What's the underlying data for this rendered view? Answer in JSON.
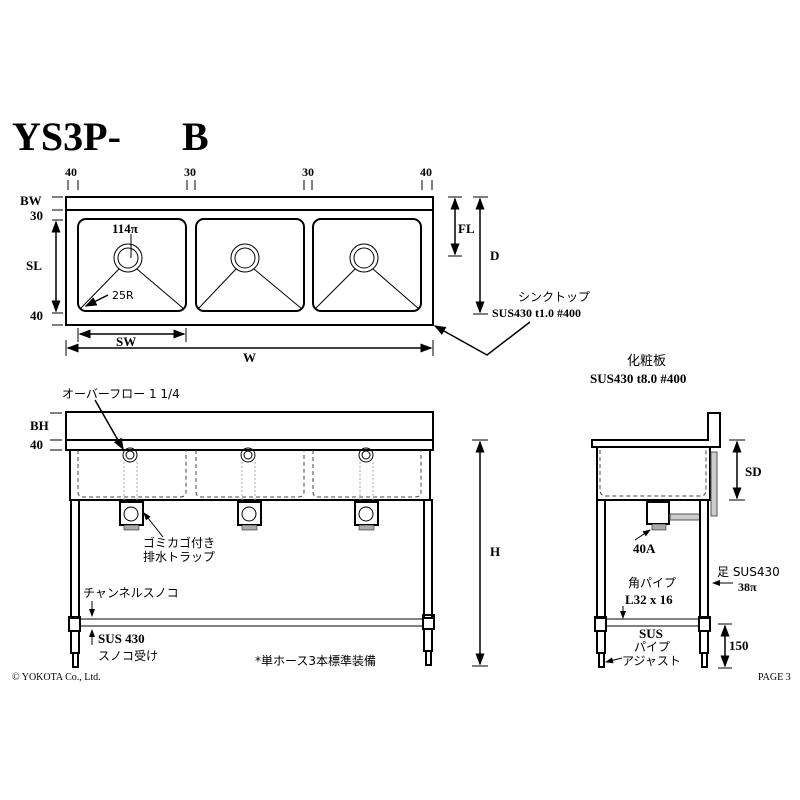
{
  "title": {
    "model": "YS3P-",
    "suffix": "B"
  },
  "top_view": {
    "dims_top": [
      "40",
      "30",
      "30",
      "40"
    ],
    "dims_left": {
      "bw": "BW",
      "t30": "30",
      "sl": "SL",
      "b40": "40"
    },
    "drain_dia": "114π",
    "corner_radius": "25R",
    "sw": "SW",
    "w": "W",
    "fl": "FL",
    "d": "D",
    "sink_top_label": "シンクトップ",
    "sink_top_spec": "SUS430 t1.0 #400"
  },
  "front_view": {
    "overflow": "オーバーフロー 1 1/4",
    "bh": "BH",
    "h40": "40",
    "h": "H",
    "trap_line1": "ゴミカゴ付き",
    "trap_line2": "排水トラップ",
    "channel": "チャンネルスノコ",
    "sus430": "SUS 430",
    "sunoko_holder": "スノコ受け",
    "hose_note": "*単ホース3本標準装備"
  },
  "side_view": {
    "panel_label": "化粧板",
    "panel_spec": "SUS430 t8.0 #400",
    "sd": "SD",
    "drain": "40A",
    "leg_label": "足 SUS430",
    "leg_dia": "38π",
    "pipe_label": "角パイプ",
    "pipe_size": "L32 x 16",
    "adj1": "SUS",
    "adj2": "パイプ",
    "adj3": "アジャスト",
    "h150": "150"
  },
  "footer": {
    "copyright": "© YOKOTA Co., Ltd.",
    "page": "PAGE 3"
  }
}
